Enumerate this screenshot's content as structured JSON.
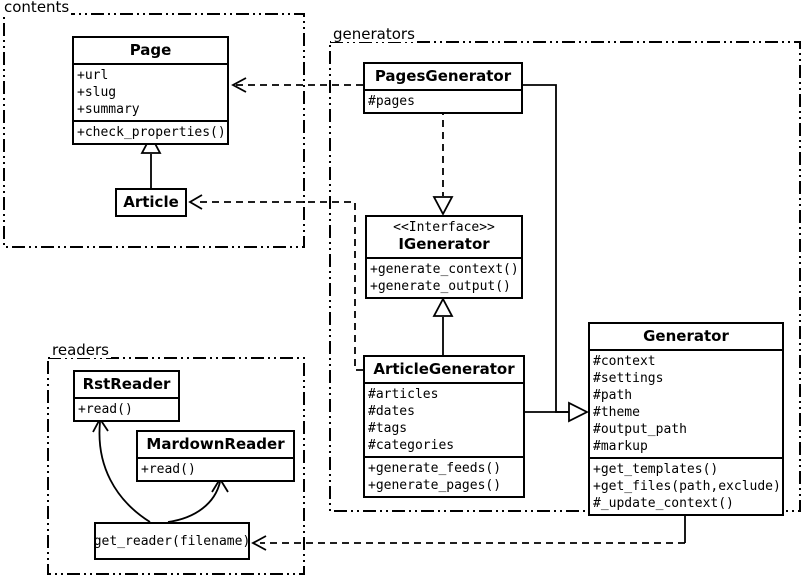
{
  "packages": {
    "contents": {
      "label": "contents"
    },
    "generators": {
      "label": "generators"
    },
    "readers": {
      "label": "readers"
    }
  },
  "classes": {
    "page": {
      "title": "Page",
      "attributes": [
        "+url",
        "+slug",
        "+summary"
      ],
      "methods": [
        "+check_properties()"
      ]
    },
    "article": {
      "title": "Article"
    },
    "pages_generator": {
      "title": "PagesGenerator",
      "attributes": [
        "#pages"
      ]
    },
    "igenerator": {
      "stereotype": "<<Interface>>",
      "title": "IGenerator",
      "methods": [
        "+generate_context()",
        "+generate_output()"
      ]
    },
    "article_generator": {
      "title": "ArticleGenerator",
      "attributes": [
        "#articles",
        "#dates",
        "#tags",
        "#categories"
      ],
      "methods": [
        "+generate_feeds()",
        "+generate_pages()"
      ]
    },
    "generator": {
      "title": "Generator",
      "attributes": [
        "#context",
        "#settings",
        "#path",
        "#theme",
        "#output_path",
        "#markup"
      ],
      "methods": [
        "+get_templates()",
        "+get_files(path,exclude)",
        "#_update_context()"
      ]
    },
    "rst_reader": {
      "title": "RstReader",
      "methods": [
        "+read()"
      ]
    },
    "mardown_reader": {
      "title": "MardownReader",
      "methods": [
        "+read()"
      ]
    },
    "get_reader": {
      "title": "get_reader(filename)"
    }
  },
  "relationships": [
    {
      "from": "Article",
      "to": "Page",
      "type": "generalization"
    },
    {
      "from": "PagesGenerator",
      "to": "Page",
      "type": "dependency"
    },
    {
      "from": "PagesGenerator",
      "to": "IGenerator",
      "type": "realization"
    },
    {
      "from": "ArticleGenerator",
      "to": "IGenerator",
      "type": "realization"
    },
    {
      "from": "ArticleGenerator",
      "to": "Article",
      "type": "dependency"
    },
    {
      "from": "PagesGenerator",
      "to": "Generator",
      "type": "generalization"
    },
    {
      "from": "ArticleGenerator",
      "to": "Generator",
      "type": "generalization"
    },
    {
      "from": "get_reader(filename)",
      "to": "RstReader",
      "type": "arrow"
    },
    {
      "from": "get_reader(filename)",
      "to": "MardownReader",
      "type": "arrow"
    },
    {
      "from": "Generator",
      "to": "get_reader(filename)",
      "type": "dependency"
    }
  ]
}
